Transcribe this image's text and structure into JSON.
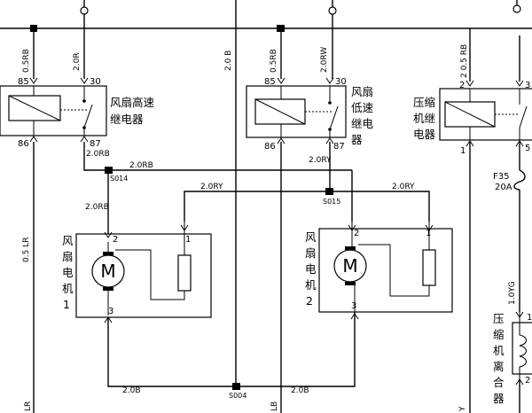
{
  "relays": {
    "high": {
      "label_lines": [
        "风扇高速",
        "继电器"
      ],
      "pin85": "85",
      "pin86": "86",
      "pin30": "30",
      "pin87": "87"
    },
    "low": {
      "label_lines": [
        "风扇",
        "低速",
        "继电",
        "器"
      ],
      "pin85": "85",
      "pin86": "86",
      "pin30": "30",
      "pin87": "87"
    },
    "comp": {
      "label_lines": [
        "压缩",
        "机继",
        "电器"
      ],
      "pin2": "2",
      "pin1": "1",
      "pin3": "3",
      "pin5": "5"
    }
  },
  "motors": {
    "m1": {
      "label_chars": [
        "风",
        "扇",
        "电",
        "机",
        "1"
      ],
      "pin2": "2",
      "pin1": "1",
      "pin3": "3",
      "symbol": "M"
    },
    "m2": {
      "label_chars": [
        "风",
        "扇",
        "电",
        "机",
        "2"
      ],
      "pin2": "2",
      "pin1": "1",
      "pin3": "3",
      "symbol": "M"
    }
  },
  "clutch": {
    "label_chars": [
      "压",
      "缩",
      "机",
      "离",
      "合",
      "器"
    ],
    "pin1": "1",
    "pin2": "2"
  },
  "fuse": {
    "name": "F35",
    "rating": "20A"
  },
  "splices": {
    "s014": "S014",
    "s015": "S015",
    "s004": "S004"
  },
  "wires": {
    "w_05rb_left": "0.5RB",
    "w_20r": "2.0R",
    "w_20b_vert": "2.0 B",
    "w_05rb_mid": "0.5RB",
    "w_20rw": "2.0RW",
    "w_2_05rb": "2 0.5 RB",
    "w_20rb_87": "2.0RB",
    "w_20rb_s014": "2.0RB",
    "w_20rb_m1": "2.0RB",
    "w_20ry_left": "2.0RY",
    "w_20ry_87": "2.0RY",
    "w_20ry_right": "2.0RY",
    "w_05lr": "0.5 LR",
    "w_10yg": "1.0YG",
    "w_20b_left": "2.0B",
    "w_20b_right": "2.0B",
    "w_lr_bottom": "LR",
    "w_lb_bottom": "LB",
    "w_y_bottom": "Y"
  }
}
